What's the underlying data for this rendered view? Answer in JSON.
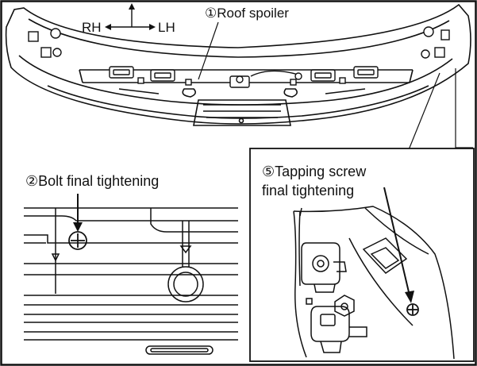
{
  "orientation": {
    "up_arrow": "up-arrow-icon",
    "left_label": "RH",
    "right_label": "LH"
  },
  "callouts": {
    "roof_spoiler": "①Roof spoiler",
    "bolt_final": "②Bolt final tightening",
    "tapping_line1": "⑤Tapping screw",
    "tapping_line2": "final tightening"
  },
  "colors": {
    "line": "#111111",
    "panel_fill": "#f2f2f2",
    "background": "#ffffff"
  }
}
